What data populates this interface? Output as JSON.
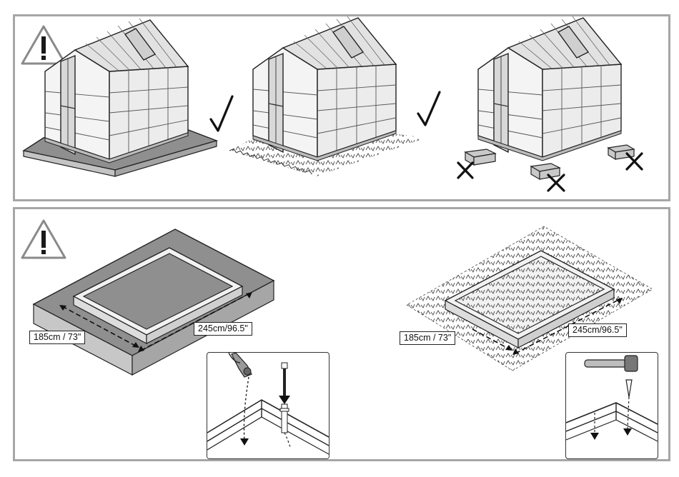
{
  "bases": {
    "concrete": {
      "width_label": "185cm / 73\"",
      "length_label": "245cm/96.5\""
    },
    "ground": {
      "width_label": "185cm / 73\"",
      "length_label": "245cm/96.5\""
    }
  },
  "colors": {
    "frame": "#a6a6a6",
    "base_fill": "#8f8f8f",
    "line": "#1a1a1a"
  },
  "icons": {
    "warning": "warning-triangle-icon",
    "ok": "checkmark-icon",
    "not_ok": "cross-icon"
  }
}
